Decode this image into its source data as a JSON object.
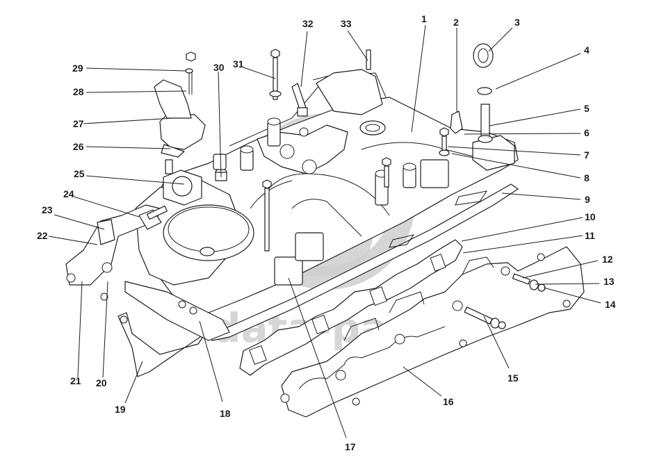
{
  "diagram": {
    "type": "exploded parts diagram",
    "subject": "intake manifold and exhaust manifold assembly",
    "watermark": "data-parts",
    "callouts": [
      {
        "id": "1",
        "label": "1"
      },
      {
        "id": "2",
        "label": "2"
      },
      {
        "id": "3",
        "label": "3"
      },
      {
        "id": "4",
        "label": "4"
      },
      {
        "id": "5",
        "label": "5"
      },
      {
        "id": "6",
        "label": "6"
      },
      {
        "id": "7",
        "label": "7"
      },
      {
        "id": "8",
        "label": "8"
      },
      {
        "id": "9",
        "label": "9"
      },
      {
        "id": "10",
        "label": "10"
      },
      {
        "id": "11",
        "label": "11"
      },
      {
        "id": "12",
        "label": "12"
      },
      {
        "id": "13",
        "label": "13"
      },
      {
        "id": "14",
        "label": "14"
      },
      {
        "id": "15",
        "label": "15"
      },
      {
        "id": "16",
        "label": "16"
      },
      {
        "id": "17",
        "label": "17"
      },
      {
        "id": "18",
        "label": "18"
      },
      {
        "id": "19",
        "label": "19"
      },
      {
        "id": "20",
        "label": "20"
      },
      {
        "id": "21",
        "label": "21"
      },
      {
        "id": "22",
        "label": "22"
      },
      {
        "id": "23",
        "label": "23"
      },
      {
        "id": "24",
        "label": "24"
      },
      {
        "id": "25",
        "label": "25"
      },
      {
        "id": "26",
        "label": "26"
      },
      {
        "id": "27",
        "label": "27"
      },
      {
        "id": "28",
        "label": "28"
      },
      {
        "id": "29",
        "label": "29"
      },
      {
        "id": "30",
        "label": "30"
      },
      {
        "id": "31",
        "label": "31"
      },
      {
        "id": "32",
        "label": "32"
      },
      {
        "id": "33",
        "label": "33"
      }
    ]
  }
}
